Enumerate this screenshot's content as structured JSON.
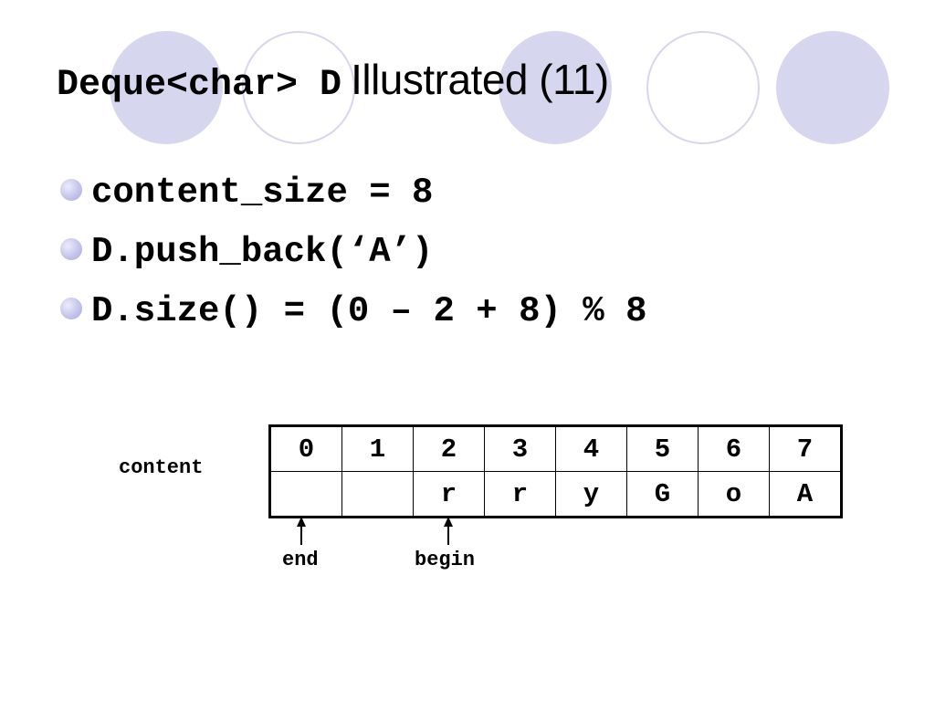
{
  "slide": {
    "title_code": "Deque<char> D",
    "title_text": "Illustrated (11)",
    "bullets": [
      "content_size = 8",
      "D.push_back(‘A’)",
      "D.size() = (0 – 2 + 8) % 8"
    ]
  },
  "diagram": {
    "array_label": "content",
    "indices": [
      "0",
      "1",
      "2",
      "3",
      "4",
      "5",
      "6",
      "7"
    ],
    "cells": [
      "",
      "",
      "r",
      "r",
      "y",
      "G",
      "o",
      "A"
    ],
    "pointers": [
      {
        "label": "end",
        "index": 0
      },
      {
        "label": "begin",
        "index": 2
      }
    ]
  },
  "theme": {
    "decoration_color": "#d6d6ee",
    "bullet_color": "#b4b4e4"
  }
}
